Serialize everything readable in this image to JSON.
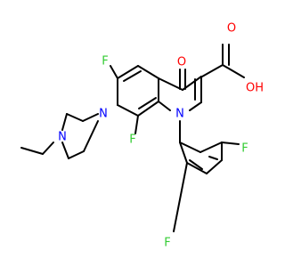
{
  "colors": {
    "background": "#ffffff",
    "bond": "#000000",
    "O": "#ff0000",
    "N": "#0000ff",
    "F": "#33cc33"
  },
  "atoms": {
    "o_ketone": {
      "text": "O",
      "element": "O"
    },
    "o_hydroxyl": {
      "text": "OH",
      "element": "O"
    },
    "o_carbonyl": {
      "text": "O",
      "element": "O"
    },
    "f_c6": {
      "text": "F",
      "element": "F"
    },
    "f_c8": {
      "text": "F",
      "element": "F"
    },
    "f_ring_ortho": {
      "text": "F",
      "element": "F"
    },
    "f_ring_para": {
      "text": "F",
      "element": "F"
    },
    "n_quinolone": {
      "text": "N",
      "element": "N"
    },
    "n_piperazine_aryl": {
      "text": "N",
      "element": "N"
    },
    "n_piperazine_ethyl": {
      "text": "N",
      "element": "N"
    }
  }
}
